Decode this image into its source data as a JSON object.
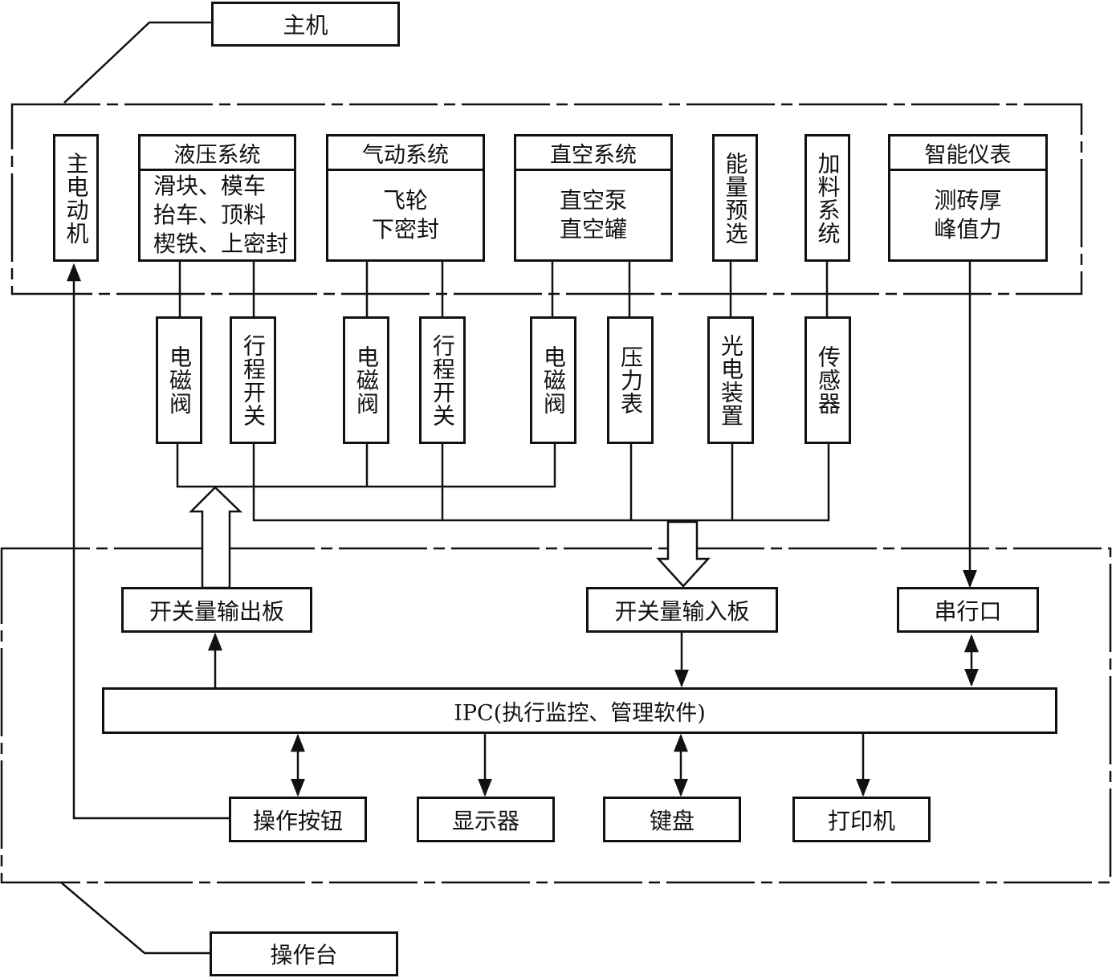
{
  "labels": {
    "host": "主机",
    "console": "操作台"
  },
  "host_units": {
    "main_motor": "主电动机",
    "hydraulic": {
      "title": "液压系统",
      "lines": [
        "滑块、模车",
        "抬车、顶料",
        "楔铁、上密封"
      ]
    },
    "pneumatic": {
      "title": "气动系统",
      "lines": [
        "飞轮",
        "下密封"
      ]
    },
    "vacuum": {
      "title": "直空系统",
      "lines": [
        "直空泵",
        "直空罐"
      ]
    },
    "energy_preselect": "能量预选",
    "feeding": "加料系统",
    "smart_meter": {
      "title": "智能仪表",
      "lines": [
        "测砖厚",
        "峰值力"
      ]
    }
  },
  "devices": {
    "valve_1": "电磁阀",
    "travel_switch_1": "行程开关",
    "valve_2": "电磁阀",
    "travel_switch_2": "行程开关",
    "valve_3": "电磁阀",
    "pressure_gauge": "压力表",
    "photo_device": "光电装置",
    "sensor": "传感器"
  },
  "console_units": {
    "output_board": "开关量输出板",
    "input_board": "开关量输入板",
    "serial_port": "串行口",
    "ipc": "IPC(执行监控、管理软件)",
    "buttons": "操作按钮",
    "display": "显示器",
    "keyboard": "键盘",
    "printer": "打印机"
  },
  "colors": {
    "stroke": "#111111",
    "background": "#ffffff"
  }
}
